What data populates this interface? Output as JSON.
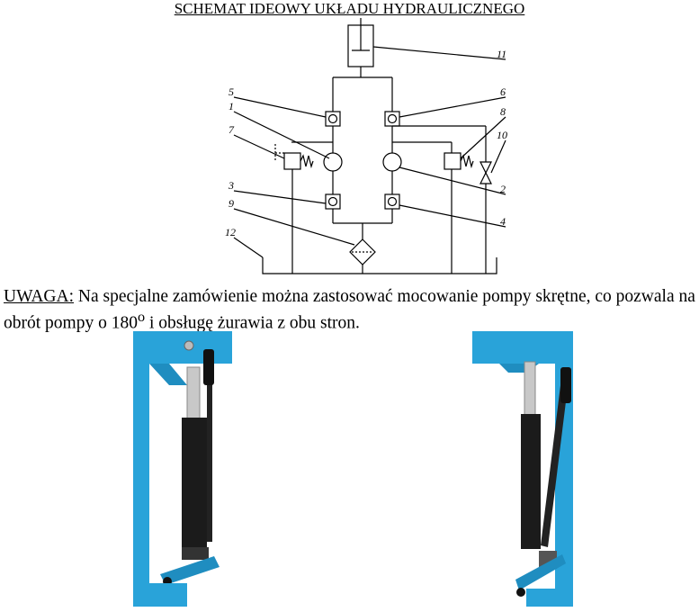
{
  "document": {
    "title": "SCHEMAT IDEOWY UKŁADU HYDRAULICZNEGO",
    "note": {
      "label": "UWAGA:",
      "text_before_sup": " Na specjalne zamówienie można zastosować mocowanie pompy skrętne, co pozwala na obrót pompy o 180",
      "sup": "o",
      "text_after_sup": " i obsługę żurawia z obu stron."
    }
  },
  "schematic": {
    "labels": [
      "1",
      "2",
      "3",
      "4",
      "5",
      "6",
      "7",
      "8",
      "9",
      "10",
      "11",
      "12"
    ]
  },
  "photos": {
    "left_icon": "hydraulic-cylinder-photo-left",
    "right_icon": "hydraulic-cylinder-photo-right",
    "frame_color": "#29a3d9"
  }
}
